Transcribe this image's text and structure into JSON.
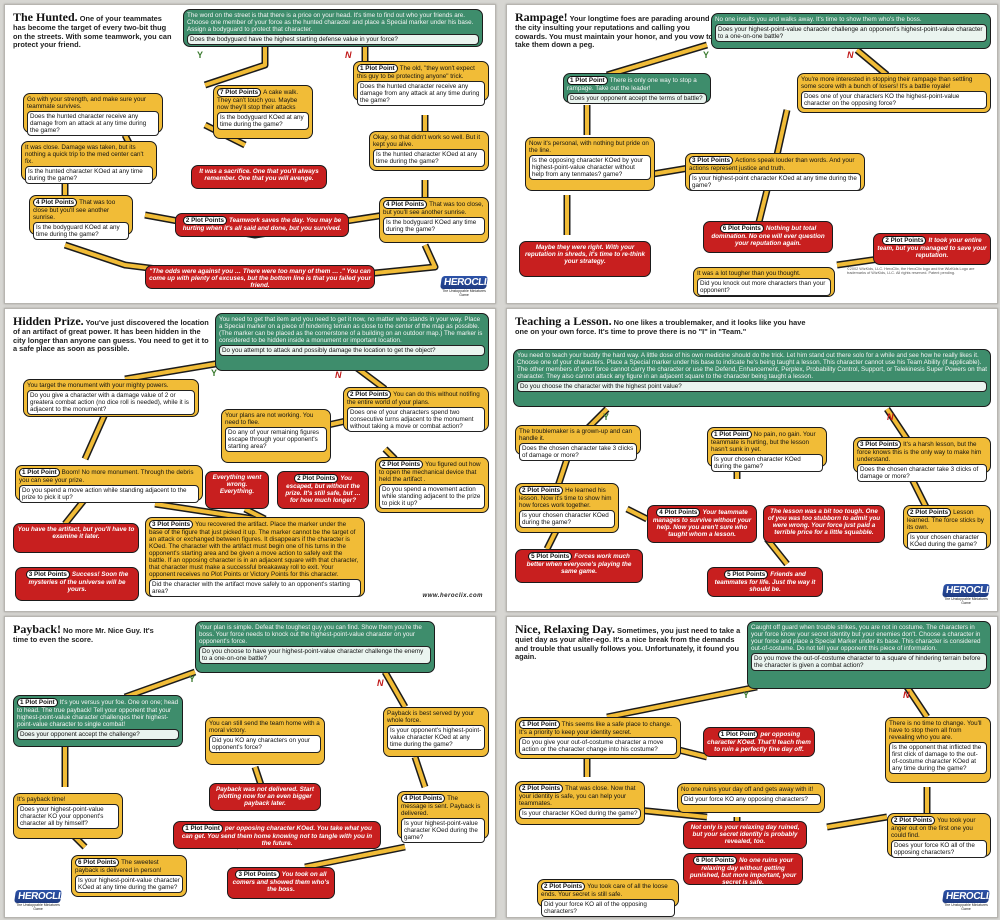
{
  "colors": {
    "yellow": "#f1bc37",
    "green": "#3e8d6c",
    "red": "#c81f1f",
    "arrow": "#1b1b1b"
  },
  "brand": {
    "logo": "HEROCLIX",
    "tagline": "The Unstoppable Miniatures Game",
    "url": "www.heroclix.com",
    "copyright": "©2002 WizKids, LLC. HeroClix, the HeroClix logo and the WizKids Logo are trademarks of WizKids, LLC. All rights reserved. Patent pending."
  },
  "markers": {
    "yes": "Y",
    "no": "N"
  },
  "cards": {
    "hunted": {
      "title": "The Hunted.",
      "intro": " One of your teammates has become the target of every two-bit thug on the streets. With some teamwork, you can protect your friend.",
      "b1": "The word on the street is that there is a price on your head. It's time to find out who your friends are. Choose one member of your force as the hunted character and place a Special marker under his base. Assign a bodyguard to protect that character.",
      "b1q": "Does the bodyguard have the highest starting defense value in your force?",
      "b2pp": "1 Plot Point",
      "b2": "The old, \"they won't expect this guy to be protecting anyone\" trick.",
      "b2q": "Does the hunted character receive any damage from any attack at any time during the game?",
      "b3": "Go with your strength, and make sure your teammate survives.",
      "b3q": "Does the hunted character receive any damage from an attack at any time during the game?",
      "b4pp": "7 Plot Points",
      "b4": "A cake walk. They can't touch you. Maybe now they'll stop their attacks",
      "b4q": "Is the bodyguard KOed at any time during the game?",
      "b5": "It was close. Damage was taken, but its nothing a quick trip to the med center can't fix.",
      "b5q": "Is the hunted character KOed at any time during the game?",
      "b6": "Okay, so that didn't work so well. But it kept you alive.",
      "b6q": "Is the hunted character KOed at any time during the game?",
      "b7": "It was a sacrifice. One that you'll always remember. One that you will avenge.",
      "b8pp": "4 Plot Points",
      "b8": "That was too close but you'll see another sunrise.",
      "b8q": "Is the bodyguard KOed at any time during the game?",
      "b9pp": "4 Plot Points",
      "b9": "That was too close, but you'll see another sunrise.",
      "b9q": "Is the bodyguard KOed any time during the game?",
      "b10pp": "2 Plot Points",
      "b10": "Teamwork saves the day. You may be hurting when it's all said and done, but you survived.",
      "b11": "\"The odds were against you … There were too many of them … .\" You can come up with plenty of excuses, but the bottom line is that you failed your friend."
    },
    "rampage": {
      "title": "Rampage!",
      "intro": " Your longtime foes are parading around the city insulting your reputations and calling you cowards. You must maintain your honor, and you vow to take them down a peg.",
      "b1": "No one insults you and walks away. It's time to show them who's the boss.",
      "b1q": "Does your highest-point-value character challenge an opponent's highest-point-value character to a one-on-one battle?",
      "b2pp": "1 Plot Point",
      "b2": "There is only one way to stop a rampage. Take out the leader!",
      "b2q": "Does your opponent accept the terms of battle?",
      "b3": "You're more interested in stopping their rampage than settling some score with a bunch of losers! It's a battle royale!",
      "b3q": "Does one of your characters KO the highest-point-value character on the opposing force?",
      "b4": "Now it's personal, with nothing but pride on the line.",
      "b4q": "Is the opposing character KOed by your highest-point-value character without help from any tenmates? game?",
      "b5pp": "3 Plot Points",
      "b5": "Actions speak louder than words. And your actions represent justice and truth.",
      "b5q": "Is your highest-point character KOed at any time during the game?",
      "b6pp": "6 Plot Points",
      "b6": "Nothing but total domination. No one will ever question your reputation again.",
      "b7pp": "2 Plot Points",
      "b7": "It took your entire team, but you managed to save your reputation.",
      "b8": "Maybe they were right. With your reputation in shreds, it's time to re-think your strategy.",
      "b9": "It was a lot tougher than you thought.",
      "b9q": "Did you knock out more characters than your opponent?"
    },
    "hidden": {
      "title": "Hidden Prize.",
      "intro": " You've just discovered the location of an artifact of great power. It has been hidden in the city longer than anyone can guess. You need to get it to a safe place as soon as possible.",
      "b1": "You need to get that item and you need to get it now, no matter who stands in your way. Place a Special marker on a piece of hindering terrain as close to the center of the map as possible. (The marker can be placed as the cornerstone of a building on an outdoor map.) The marker is considered to be hidden inside a monument or important location.",
      "b1q": "Do you attempt to attack and possibly damage the location to get the object?",
      "b2": "You target the monument with your mighty powers.",
      "b2q": "Do you give a character with a damage value of 2 or greatera combat action (no dice roll is needed), while it is adjacent to the monument?",
      "b3pp": "2 Plot Points",
      "b3": "You can do this without notifing the entire world of your plans.",
      "b3q": "Does one of your characters spend two consecutive turns adjacent to the monument without taking a move or combat action?",
      "b4": "Your plans are not working. You need to flee.",
      "b4q": "Do any of your remaining figures escape through your opponent's starting area?",
      "b5pp": "1 Plot Point",
      "b5": "Boom! No more monument. Through the debris you can see your prize.",
      "b5q": "Do you spend a move action while standing adjacent to the prize to pick it up?",
      "b6": "Everything went wrong. Everything.",
      "b7pp": "2 Plot Points",
      "b7": "You escaped, but without the prize. It's still safe, but … for how much longer?",
      "b8pp": "2 Plot Points",
      "b8": "You figured out how to open the mechanical device that held the artifact .",
      "b8q": "Do you spend a movement action while standing adjacent to the prize to pick it up?",
      "b9": "You have the artifact, but you'll have to examine it later.",
      "b10pp": "3 Plot Points",
      "b10": "You recovered the artifact. Place the marker under the base of the figure that just picked it up. The marker cannot be the target of an attack or exchanged between figures. It disappears if the character is KOed. The character with the artifact must begin one of his turns in the opponent's starting area and be given a move action to safely exit the battle. If an opposing character is in an adjacent square with that character, that character must make a successful breakaway roll to exit. Your opponent receives no Plot Points or Victory Points for this character.",
      "b10q": "Did the character with the artifact move safely to an opponent's starting area?",
      "b11pp": "3 Plot Points",
      "b11": "Success! Soon the mysteries of the universe will be yours."
    },
    "teaching": {
      "title": "Teaching a Lesson.",
      "intro": " No one likes a troublemaker, and it looks like you have one on your own force. It's time to prove there is no \"I\" in \"Team.\"",
      "b1": "You need to teach your buddy the hard way. A little dose of his own medicine should do the trick. Let him stand out there solo for a while and see how he really likes it. Choose one of your characters. Place a Special marker under his base to indicate he's being taught a lesson. This character cannot use his Team Ability (if applicable). The other members of your force cannot carry the character or use the Defend, Enhancement, Perplex, Probability Control, Support, or Telekinesis Super Powers on that character. They also cannot attack any figure in an adjacent square to the character being taught a lesson.",
      "b1q": "Do you choose the character with the highest point value?",
      "b2": "The troublemaker is a grown-up and can handle it.",
      "b2q": "Does the chosen character take 3 clicks of damage or more?",
      "b3pp": "1 Plot Point",
      "b3": "No pain, no gain. Your teammate is hurting, but the lesson hasn't sunk in yet.",
      "b3q": "Is your chosen character KOed during the game?",
      "b4pp": "3 Plot Points",
      "b4": "It's a harsh lesson, but the force knows this is the only way to make him understand.",
      "b4q": "Does the chosen character take 3 clicks of damage or more?",
      "b5pp": "2 Plot Points",
      "b5": "He learned his lesson. Now it's time to show him how forces work together.",
      "b5q": "Is your chosen character KOed during the game?",
      "b6pp": "4 Plot Points",
      "b6": "Your teammate manages to survive without your help. Now you aren't sure who taught whom a lesson.",
      "b7": "The lesson was a bit too tough. One of you was too stubborn to admit you were wrong. Your force just paid a terrible price for a little squabble.",
      "b8pp": "2 Plot Points",
      "b8": "Lesson learned. The force sticks by its own.",
      "b8q": "Is your chosen character KOed during the game?",
      "b9pp": "5 Plot Points",
      "b9": "Forces work much better when everyone's playing the same game.",
      "b10pp": "5 Plot Points",
      "b10": "Friends and teammates for life. Just the way it should be."
    },
    "payback": {
      "title": "Payback!",
      "intro": " No more Mr. Nice Guy. It's time to even the score.",
      "b1": "Your plan is simple. Defeat the toughest guy you can find. Show them you're the boss. Your force needs to knock out the highest-point-value character on your opponent's force.",
      "b1q": "Do you choose to have your highest-point-value character challenge the enemy to a one-on-one battle?",
      "b2pp": "1 Plot Point",
      "b2": "It's you versus your foe. One on one; head to head. The true payback! Tell your opponent that your highest-point-value character challenges their highest-point-value character to single combat!",
      "b2q": "Does your opponent accept the challenge?",
      "b3": "Payback is best served by your whole force.",
      "b3q": "Is your opponent's highest-point-value character KOed at any time during the game?",
      "b4": "You can still send the team home with a moral victory.",
      "b4q": "Did you KO any characters on your opponent's force?",
      "b5": "It's payback time!",
      "b5q": "Does your highest-point-value character KO your opponent's character all by himself?",
      "b6": "Payback was not delivered. Start plotting now for an even bigger payback later.",
      "b7pp": "4 Plot Points",
      "b7": "The message is sent. Payback is delivered.",
      "b7q": "Is your highest-point-value character KOed during the game?",
      "b8pp": "1 Plot Point",
      "b8": "per opposing character KOed. You take what you can get. You send them home knowing not to tangle with you in the future.",
      "b9pp": "6 Plot Points",
      "b9": "The sweetest payback is delivered in person!",
      "b9q": "Is your highest-point-value character KOed at any time during the game?",
      "b10pp": "3 Plot Points",
      "b10": "You took on all comers and showed them who's the boss."
    },
    "nice": {
      "title": "Nice, Relaxing Day.",
      "intro": " Sometimes, you just need to take a quiet day as your alter-ego. It's a nice break from the demands and trouble that usually follows you. Unfortunately, it found you again.",
      "b1": "Caught off guard when trouble strikes, you are not in costume. The characters in your force know your secret identity but your enemies don't. Choose a character in your force and place a Special Marker under its base. This character is considered out-of-costume. Do not tell your opponent this piece of information.",
      "b1q": "Do you move the out-of-costume character to a square of hindering terrain before the character is given a combat action?",
      "b2pp": "1 Plot Point",
      "b2": "This seems like a safe place to change. It's a priority to keep your identity secret.",
      "b2q": "Do you give your out-of-costume character a move action or the character change into his costume?",
      "b3": "There is no time to change. You'll have to stop them all from revealing who you are.",
      "b3q": "Is the opponent that inflicted the first click of damage to the out-of-costume character KOed at any time during the game?",
      "b4pp": "1 Plot Point",
      "b4": "per opposing character KOed. That'll teach them to ruin a perfectly fine day off.",
      "b5pp": "2 Plot Points",
      "b5": "That was close. Now that your identity is safe, you can help your teammates.",
      "b5q": "Is your character KOed during the game?",
      "b6": "No one ruins your day off and gets away with it!",
      "b6q": "Did your force KO any opposing characters?",
      "b7": "Not only is your relaxing day ruined, but your secret identity is probably revealed, too.",
      "b8pp": "6 Plot Points",
      "b8": "No one ruins your relaxing day without getting punished, but more important, your secret is safe.",
      "b9pp": "2 Plot Points",
      "b9": "You took your anger out on the first one you could find.",
      "b9q": "Does your force KO all of the opposing characters?",
      "b10pp": "2 Plot Points",
      "b10": "You took care of all the loose ends. Your secret is still safe.",
      "b10q": "Did your force KO all of the opposing characters?"
    }
  }
}
